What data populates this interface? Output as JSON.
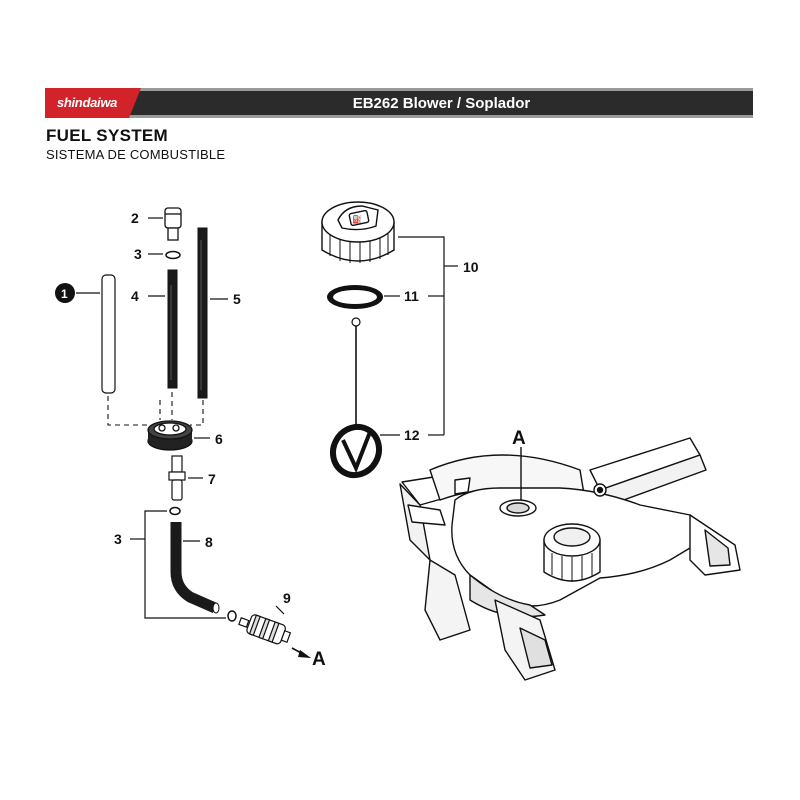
{
  "header": {
    "brand": "shindaiwa",
    "model_title": "EB262 Blower / Soplador"
  },
  "section": {
    "title": "FUEL SYSTEM",
    "subtitle": "SISTEMA DE COMBUSTIBLE"
  },
  "callouts": {
    "p1": "1",
    "p2": "2",
    "p3a": "3",
    "p3b": "3",
    "p4": "4",
    "p5": "5",
    "p6": "6",
    "p7": "7",
    "p8": "8",
    "p9": "9",
    "p10": "10",
    "p11": "11",
    "p12": "12",
    "ref_a_filter": "A",
    "ref_a_tank": "A"
  },
  "colors": {
    "brand_red": "#d2232a",
    "bar_dark": "#2b2b2b",
    "bar_stripe": "#9a9a9a"
  }
}
